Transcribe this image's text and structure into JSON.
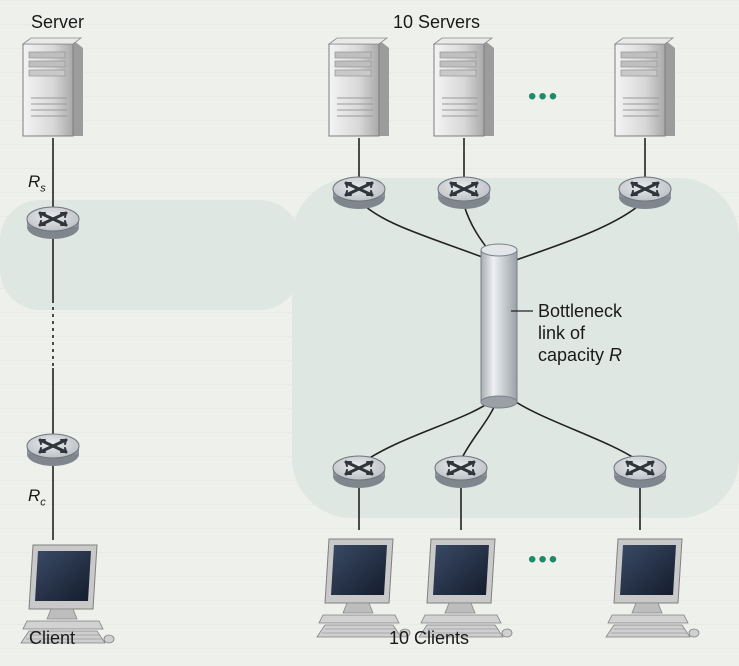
{
  "left": {
    "server_label": "Server",
    "client_label": "Client",
    "rate_server": {
      "symbol": "R",
      "sub": "s"
    },
    "rate_client": {
      "symbol": "R",
      "sub": "c"
    }
  },
  "right": {
    "servers_label": "10 Servers",
    "clients_label": "10 Clients",
    "ellipsis": "•••",
    "bottleneck_lines": [
      "Bottleneck",
      "link of",
      "capacity "
    ],
    "bottleneck_symbol": "R"
  },
  "colors": {
    "router_top": "#c8ccd0",
    "router_side": "#8d939a",
    "link": "#222222",
    "ellipsis": "#1f8a6a",
    "pipe": "#d9dcdf"
  },
  "icons": [
    "server-tower-icon",
    "router-icon",
    "desktop-computer-icon"
  ]
}
